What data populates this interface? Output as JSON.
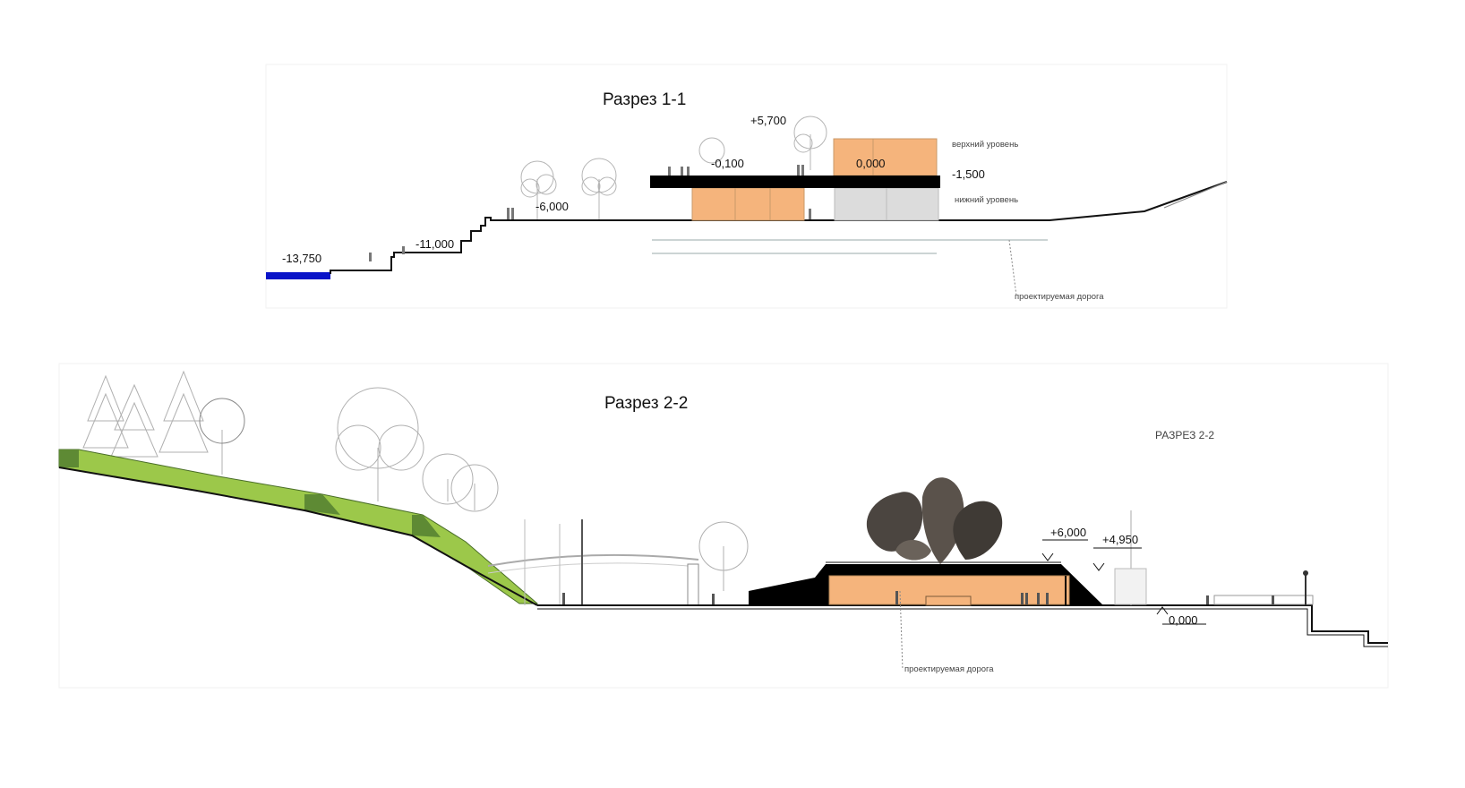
{
  "section_1": {
    "title": "Разрез 1-1",
    "elevations": [
      "-13,750",
      "-11,000",
      "-6,000",
      "-0,100",
      "+5,700",
      "0,000",
      "-1,500"
    ],
    "upper_level_label": "верхний уровень",
    "lower_level_label": "нижний уровень",
    "road_label": "проектируемая дорога"
  },
  "section_2": {
    "title": "Разрез 2-2",
    "caption": "РАЗРЕЗ 2-2",
    "elevations": [
      "+6,000",
      "+4,950",
      "0,000"
    ],
    "road_label": "проектируемая дорога"
  },
  "colors": {
    "water": "#0a14c8",
    "pavilion": "#f5b47c",
    "glass": "#d0d0d0",
    "slope_green": "#9cc84a",
    "slope_dark": "#5e8a34",
    "sculpture": "#4b4540"
  }
}
